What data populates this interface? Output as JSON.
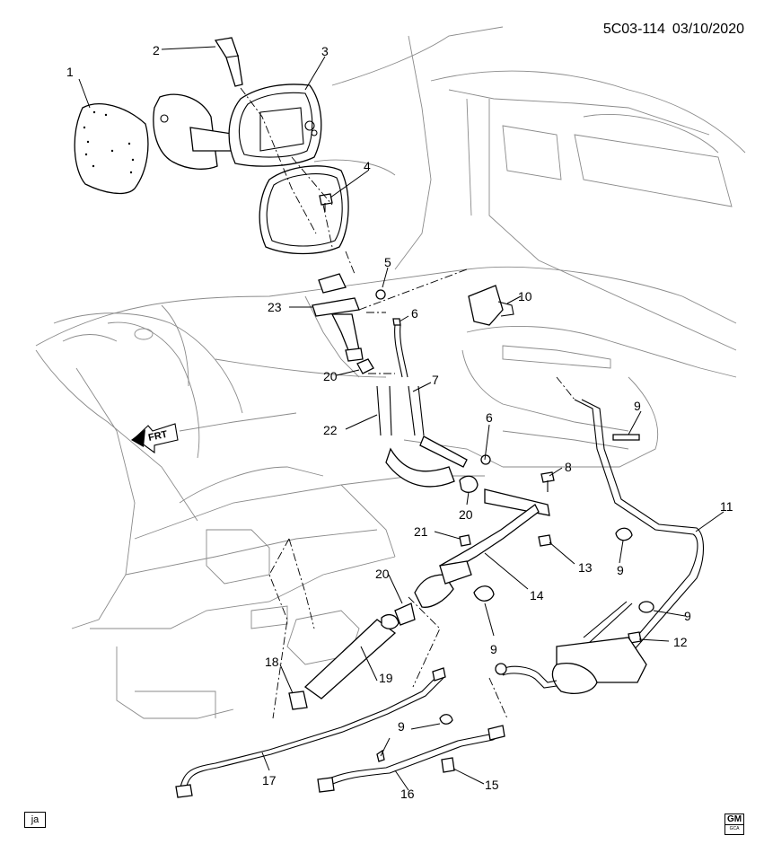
{
  "header": {
    "diagram_code": "5C03-114",
    "date": "03/10/2020"
  },
  "footer": {
    "tag": "ja",
    "logo_text": "GM",
    "logo_sub": "GCA"
  },
  "front_indicator": "FRT",
  "callouts": [
    {
      "id": "c1",
      "label": "1"
    },
    {
      "id": "c2",
      "label": "2"
    },
    {
      "id": "c3",
      "label": "3"
    },
    {
      "id": "c4",
      "label": "4"
    },
    {
      "id": "c5",
      "label": "5"
    },
    {
      "id": "c6a",
      "label": "6"
    },
    {
      "id": "c6b",
      "label": "6"
    },
    {
      "id": "c7",
      "label": "7"
    },
    {
      "id": "c8",
      "label": "8"
    },
    {
      "id": "c9a",
      "label": "9"
    },
    {
      "id": "c9b",
      "label": "9"
    },
    {
      "id": "c9c",
      "label": "9"
    },
    {
      "id": "c9d",
      "label": "9"
    },
    {
      "id": "c9e",
      "label": "9"
    },
    {
      "id": "c10",
      "label": "10"
    },
    {
      "id": "c11",
      "label": "11"
    },
    {
      "id": "c12",
      "label": "12"
    },
    {
      "id": "c13",
      "label": "13"
    },
    {
      "id": "c14",
      "label": "14"
    },
    {
      "id": "c15",
      "label": "15"
    },
    {
      "id": "c16",
      "label": "16"
    },
    {
      "id": "c17",
      "label": "17"
    },
    {
      "id": "c18",
      "label": "18"
    },
    {
      "id": "c19",
      "label": "19"
    },
    {
      "id": "c20a",
      "label": "20"
    },
    {
      "id": "c20b",
      "label": "20"
    },
    {
      "id": "c20c",
      "label": "20"
    },
    {
      "id": "c21",
      "label": "21"
    },
    {
      "id": "c22",
      "label": "22"
    },
    {
      "id": "c23",
      "label": "23"
    }
  ]
}
